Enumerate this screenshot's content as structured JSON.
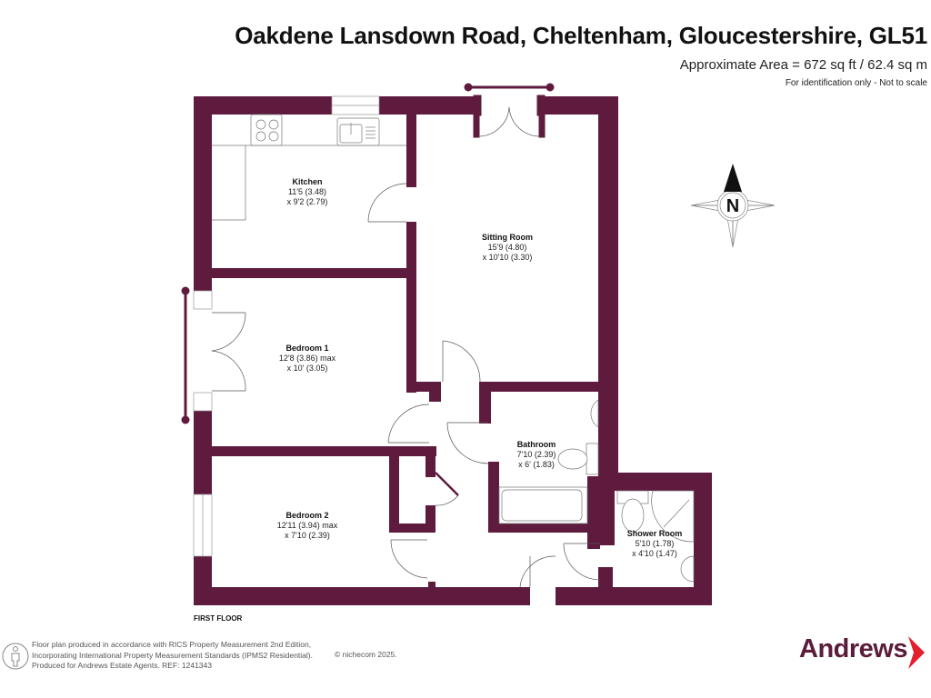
{
  "header": {
    "title": "Oakdene Lansdown Road, Cheltenham, Gloucestershire, GL51",
    "area": "Approximate Area = 672 sq ft / 62.4 sq m",
    "note": "For identification only - Not to scale"
  },
  "colors": {
    "wall": "#5e1b3e",
    "brand": "#5a1c3a",
    "brand_accent": "#e31e2d"
  },
  "compass": {
    "label": "N"
  },
  "rooms": [
    {
      "name": "Kitchen",
      "dim1": "11'5 (3.48)",
      "dim2": "x 9'2 (2.79)"
    },
    {
      "name": "Sitting Room",
      "dim1": "15'9 (4.80)",
      "dim2": "x 10'10 (3.30)"
    },
    {
      "name": "Bedroom 1",
      "dim1": "12'8 (3.86) max",
      "dim2": "x 10' (3.05)"
    },
    {
      "name": "Bathroom",
      "dim1": "7'10 (2.39)",
      "dim2": "x 6' (1.83)"
    },
    {
      "name": "Bedroom 2",
      "dim1": "12'11 (3.94) max",
      "dim2": "x 7'10 (2.39)"
    },
    {
      "name": "Shower Room",
      "dim1": "5'10 (1.78)",
      "dim2": "x 4'10 (1.47)"
    }
  ],
  "floor_label": "FIRST FLOOR",
  "footer": {
    "lines": [
      "Floor plan produced in accordance with RICS Property Measurement 2nd Edition,",
      "Incorporating International Property Measurement Standards (IPMS2 Residential).",
      "Produced for Andrews Estate Agents.   REF: 1241343"
    ],
    "copyright": "© nichecom 2025."
  },
  "brand": {
    "name": "Andrews"
  }
}
